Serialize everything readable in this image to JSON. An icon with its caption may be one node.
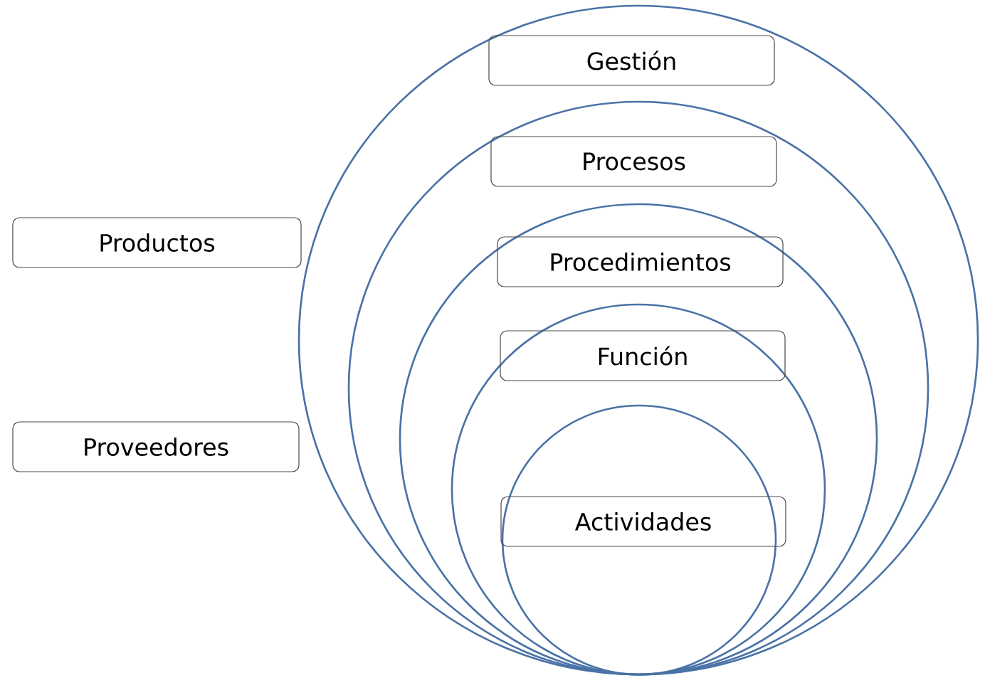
{
  "diagram": {
    "nodes": [
      {
        "text": [
          "Productos"
        ]
      },
      {
        "text": [
          "Proveedores"
        ]
      },
      {
        "text": [],
        "shape": "circle"
      },
      {
        "text": [],
        "shape": "circle",
        "in": 2
      },
      {
        "text": [],
        "shape": "circle",
        "in": 3
      },
      {
        "text": [],
        "shape": "circle",
        "in": 4
      },
      {
        "text": [],
        "shape": "circle",
        "in": 5
      },
      {
        "text": [
          "Gestión"
        ],
        "in": 2
      },
      {
        "text": [
          "Procesos"
        ],
        "in": 3
      },
      {
        "text": [
          "Procedimientos"
        ],
        "in": 4
      },
      {
        "text": [
          "Función"
        ],
        "in": 5
      },
      {
        "text": [
          "Actividades"
        ],
        "in": 6
      }
    ]
  }
}
